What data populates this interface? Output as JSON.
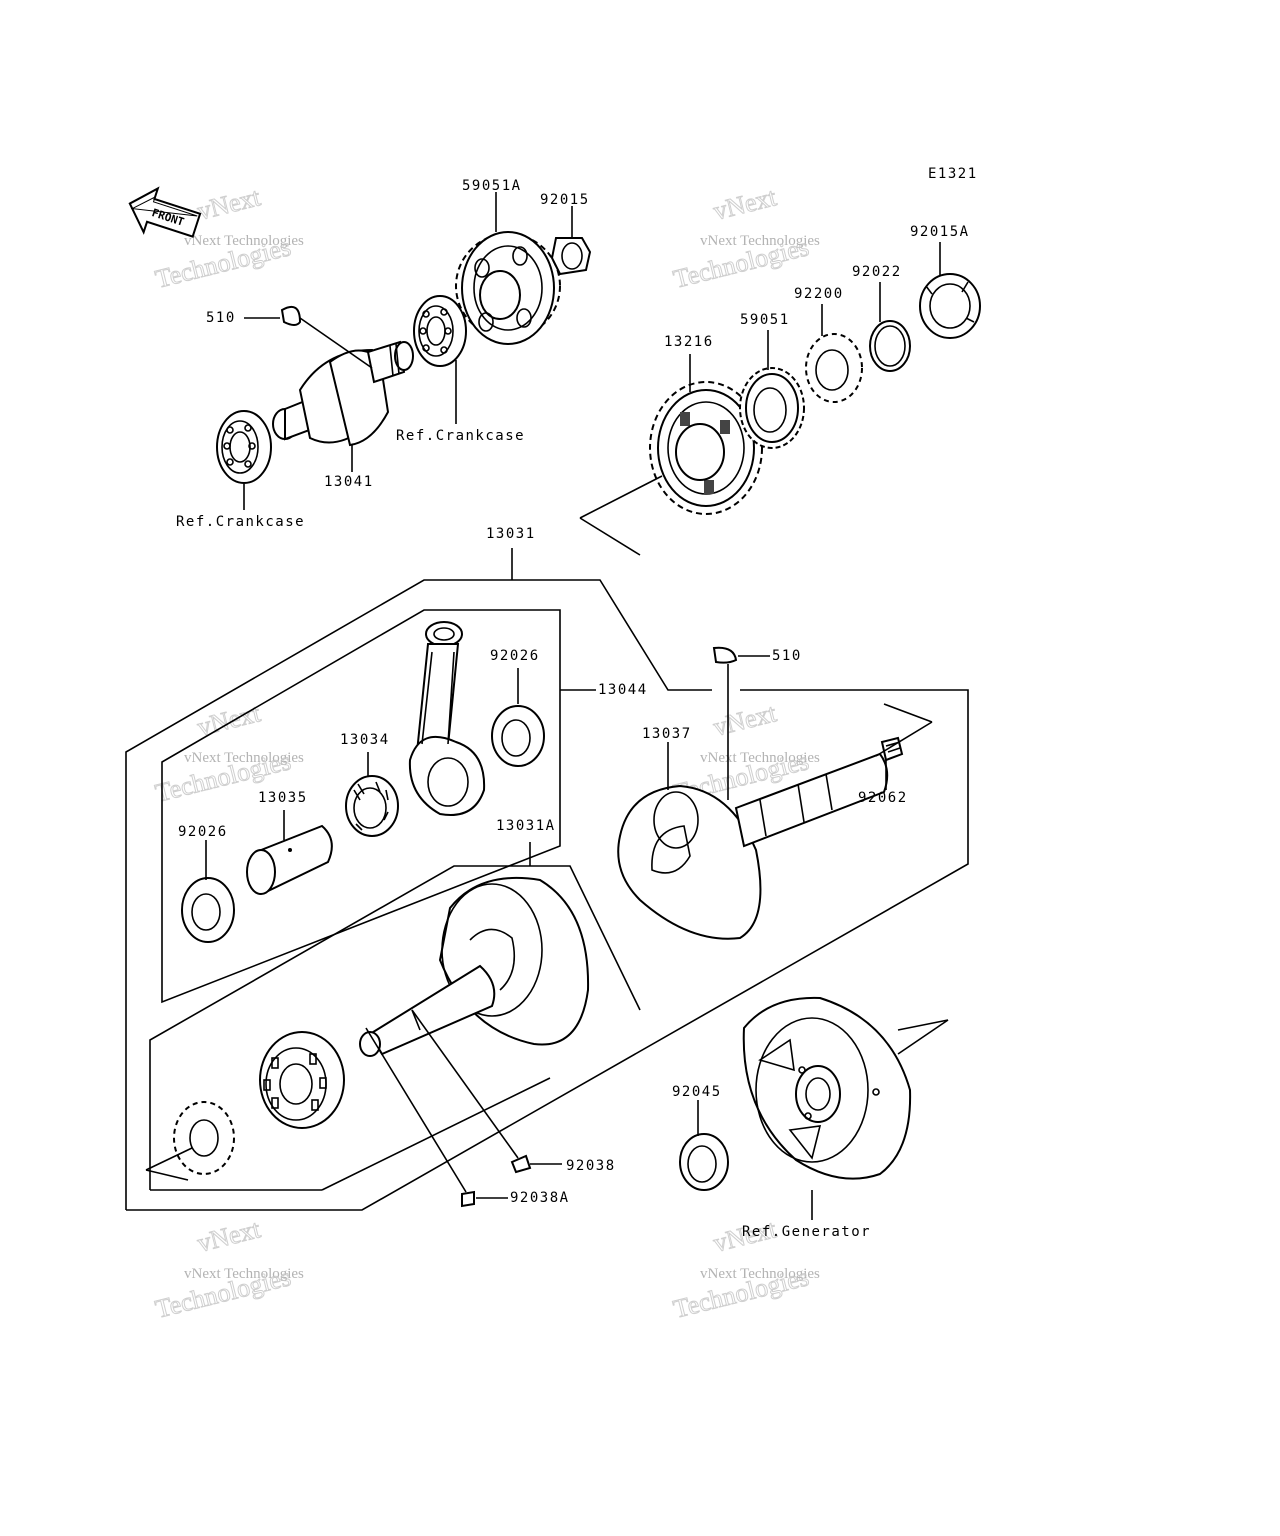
{
  "diagram_code": "E1321",
  "front_marker": "FRONT",
  "watermark": {
    "line1": "vNext Technologies",
    "line2": "Technologies",
    "line3": "vNext"
  },
  "labels": {
    "p59051A": "59051A",
    "p92015": "92015",
    "p510_top": "510",
    "p13041": "13041",
    "ref_crankcase_1": "Ref.Crankcase",
    "ref_crankcase_2": "Ref.Crankcase",
    "p92015A": "92015A",
    "p92022": "92022",
    "p92200": "92200",
    "p59051": "59051",
    "p13216": "13216",
    "p13031": "13031",
    "p92026_top": "92026",
    "p13044": "13044",
    "p13034": "13034",
    "p13035": "13035",
    "p92026_left": "92026",
    "p13031A": "13031A",
    "p510_right": "510",
    "p13037": "13037",
    "p92062": "92062",
    "p92045": "92045",
    "p92038": "92038",
    "p92038A": "92038A",
    "ref_generator": "Ref.Generator"
  }
}
